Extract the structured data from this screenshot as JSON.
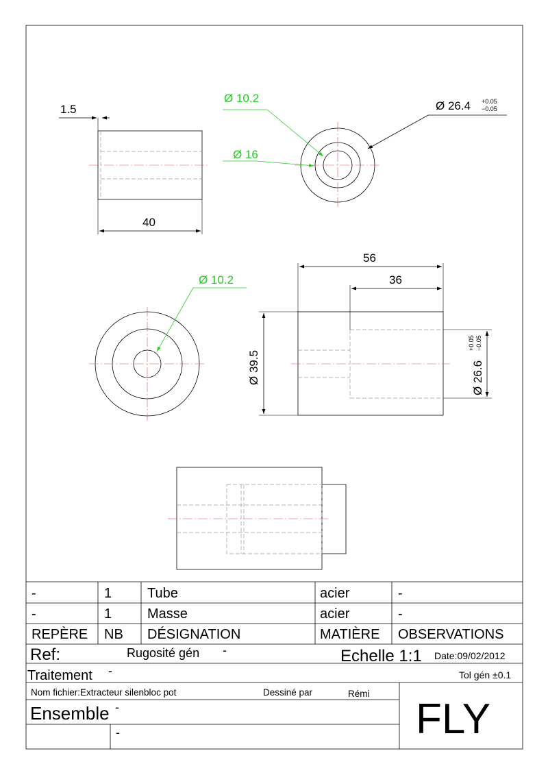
{
  "views": {
    "side_view_1": {
      "dim_top": "1.5",
      "dim_bottom": "40"
    },
    "end_view_1": {
      "dia_inner": "Ø 10.2",
      "dia_mid": "Ø 16",
      "dia_outer": "Ø 26.4",
      "tol_outer_upper": "+0.05",
      "tol_outer_lower": "−0.05"
    },
    "end_view_2": {
      "dia_inner": "Ø 10.2"
    },
    "side_view_2": {
      "dim_total": "56",
      "dim_bore": "36",
      "dia_outer": "Ø 39.5",
      "dia_bore": "Ø 26.6",
      "tol_bore_upper": "+0.05",
      "tol_bore_lower": "−0.05"
    }
  },
  "parts_list": {
    "rows": [
      {
        "repere": "-",
        "nb": "1",
        "designation": "Tube",
        "matiere": "acier",
        "observations": "-"
      },
      {
        "repere": "-",
        "nb": "1",
        "designation": "Masse",
        "matiere": "acier",
        "observations": "-"
      }
    ],
    "headers": {
      "repere": "REPÈRE",
      "nb": "NB",
      "designation": "DÉSIGNATION",
      "matiere": "MATIÈRE",
      "observations": "OBSERVATIONS"
    }
  },
  "title_block": {
    "ref_label": "Ref:",
    "rugosite_label": "Rugosité gén",
    "rugosite_value": "-",
    "echelle": "Echelle 1:1",
    "date": "Date:09/02/2012",
    "traitement_label": "Traitement",
    "traitement_value": "-",
    "tol_gen": "Tol gén ±0.1",
    "nom_fichier": "Nom fichier:Extracteur silenbloc pot",
    "dessine_par_label": "Dessiné par",
    "dessine_par_value": "Rémi",
    "ensemble_label": "Ensemble",
    "ensemble_value": "-",
    "ensemble_value_2": "-",
    "company": "FLY"
  },
  "colors": {
    "dimension_green": "#22cc22",
    "centerline_red": "#e05050",
    "hidden_line": "#999999"
  }
}
